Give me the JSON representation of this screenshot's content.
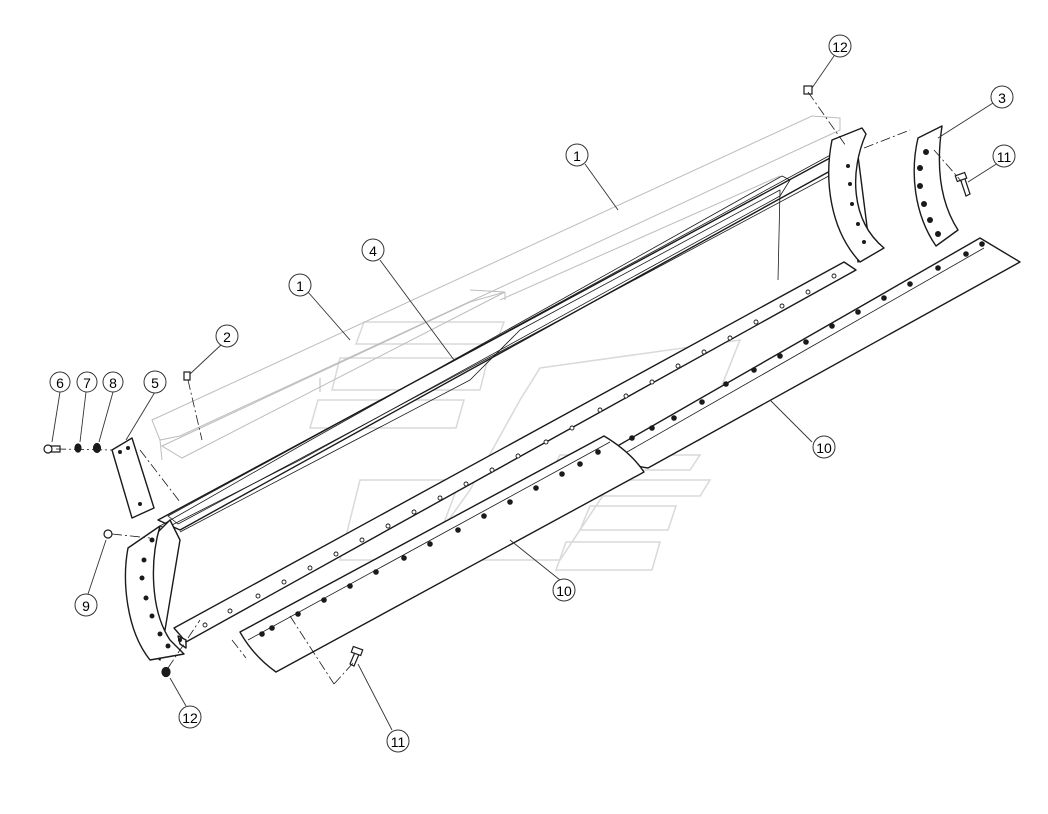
{
  "diagram": {
    "callouts": [
      {
        "id": "c12a",
        "label": "12"
      },
      {
        "id": "c3",
        "label": "3"
      },
      {
        "id": "c1a",
        "label": "1"
      },
      {
        "id": "c11a",
        "label": "11"
      },
      {
        "id": "c4",
        "label": "4"
      },
      {
        "id": "c1b",
        "label": "1"
      },
      {
        "id": "c2",
        "label": "2"
      },
      {
        "id": "c6",
        "label": "6"
      },
      {
        "id": "c7",
        "label": "7"
      },
      {
        "id": "c8",
        "label": "8"
      },
      {
        "id": "c5",
        "label": "5"
      },
      {
        "id": "c10a",
        "label": "10"
      },
      {
        "id": "c10b",
        "label": "10"
      },
      {
        "id": "c9",
        "label": "9"
      },
      {
        "id": "c12b",
        "label": "12"
      },
      {
        "id": "c11b",
        "label": "11"
      }
    ],
    "colors": {
      "line": "#1a1a1a",
      "leader": "#333333",
      "ghost": "#bdbdbd",
      "watermark": "#d9d9d9"
    },
    "watermark_icon": "logo-watermark"
  }
}
